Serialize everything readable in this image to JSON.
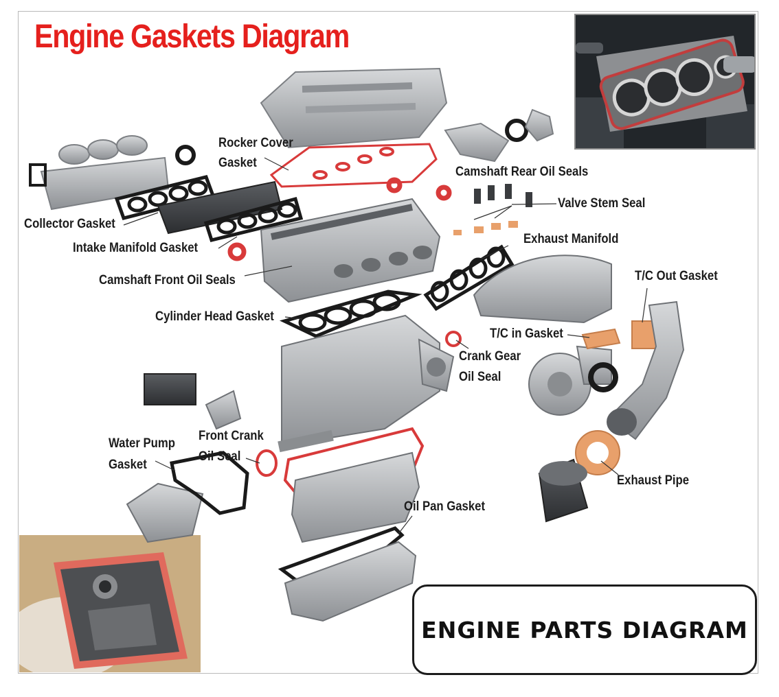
{
  "title": "Engine Gaskets Diagram",
  "labels": {
    "rocker_cover_gasket_1": "Rocker Cover",
    "rocker_cover_gasket_2": "Gasket",
    "camshaft_rear_oil_seals": "Camshaft Rear Oil Seals",
    "valve_stem_seal": "Valve Stem Seal",
    "collector_gasket": "Collector Gasket",
    "intake_manifold_gasket": "Intake Manifold Gasket",
    "exhaust_manifold": "Exhaust Manifold",
    "camshaft_front_oil_seals": "Camshaft Front Oil Seals",
    "t_c_out_gasket": "T/C Out Gasket",
    "cylinder_head_gasket": "Cylinder Head Gasket",
    "t_c_in_gasket": "T/C in Gasket",
    "crank_gear_oil_seal_1": "Crank Gear",
    "crank_gear_oil_seal_2": "Oil Seal",
    "water_pump_gasket_1": "Water Pump",
    "water_pump_gasket_2": "Gasket",
    "front_crank_oil_seal_1": "Front Crank",
    "front_crank_oil_seal_2": "Oil Seal",
    "exhaust_pipe": "Exhaust Pipe",
    "oil_pan_gasket": "Oil Pan Gasket"
  },
  "badge": "ENGINE PARTS DIAGRAM",
  "colors": {
    "title": "#e5201d",
    "gasket_red": "#d83a3a",
    "gasket_black": "#1a1a1a",
    "gasket_tan": "#e8a06b",
    "metal": "#aeb1b4"
  }
}
